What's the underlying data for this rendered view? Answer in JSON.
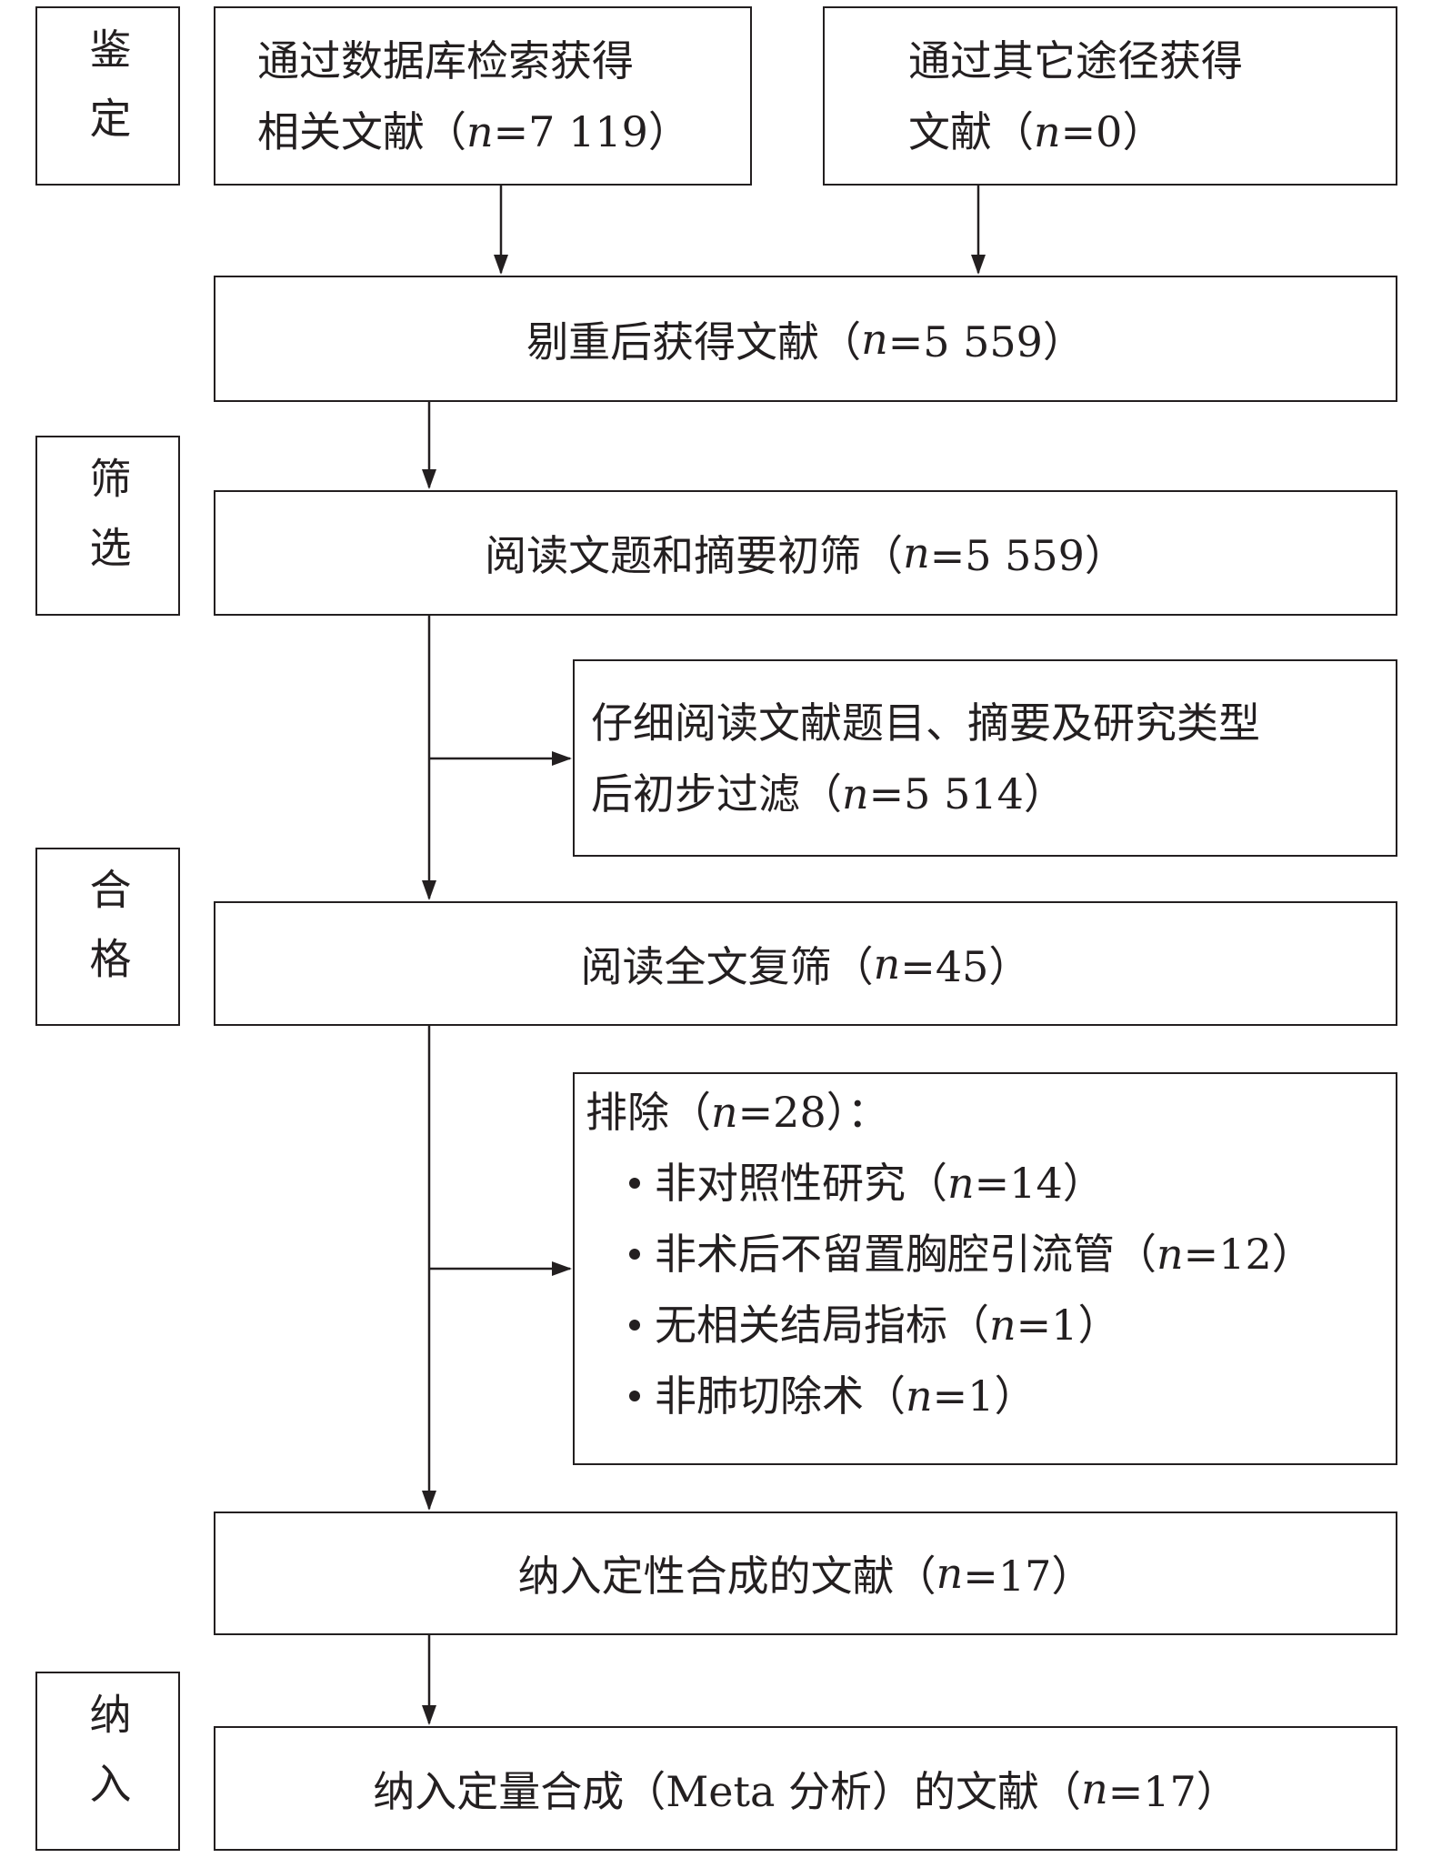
{
  "stages": [
    "鉴定",
    "筛选",
    "合格",
    "纳入"
  ],
  "db": {
    "line1": "通过数据库检索获得",
    "line2": "相关文献（",
    "n": "n",
    "value": "=7 119）"
  },
  "other": {
    "line1": "通过其它途径获得",
    "line2": "文献（",
    "n": "n",
    "value": "=0）"
  },
  "dedup": {
    "text": "剔重后获得文献（",
    "n": "n",
    "value": "=5 559）"
  },
  "screen": {
    "text": "阅读文题和摘要初筛（",
    "n": "n",
    "value": "=5 559）"
  },
  "filter": {
    "line1": "仔细阅读文献题目、摘要及研究类型",
    "line2": "后初步过滤（",
    "n": "n",
    "value": "=5 514）"
  },
  "fulltext": {
    "text": "阅读全文复筛（",
    "n": "n",
    "value": "=45）"
  },
  "exclude": {
    "head": "排除（",
    "n": "n",
    "value": "=28）：",
    "items": [
      {
        "text": "非对照性研究（",
        "n": "n",
        "value": "=14）"
      },
      {
        "text": "非术后不留置胸腔引流管（",
        "n": "n",
        "value": "=12）"
      },
      {
        "text": "无相关结局指标（",
        "n": "n",
        "value": "=1）"
      },
      {
        "text": "非肺切除术（",
        "n": "n",
        "value": "=1）"
      }
    ]
  },
  "qualitative": {
    "text": "纳入定性合成的文献（",
    "n": "n",
    "value": "=17）"
  },
  "meta": {
    "text": "纳入定量合成（Meta 分析）的文献（",
    "n": "n",
    "value": "=17）"
  }
}
